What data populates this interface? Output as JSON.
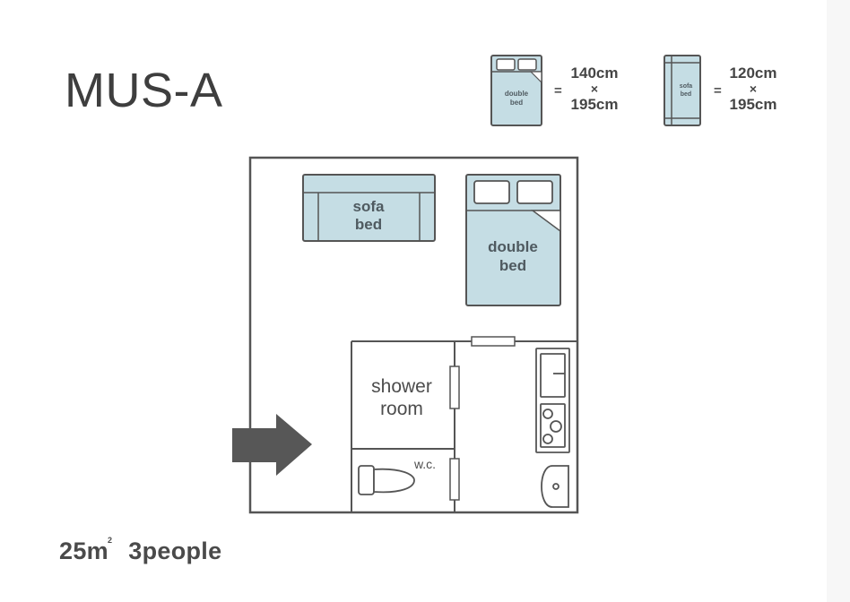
{
  "title": "MUS-A",
  "footer": {
    "area_value": "25m",
    "area_unit_sup": "2",
    "people": "3people"
  },
  "legend": {
    "double_bed": {
      "icon_label_1": "double",
      "icon_label_2": "bed",
      "equals": "=",
      "width": "140cm",
      "times": "×",
      "length": "195cm"
    },
    "sofa_bed": {
      "icon_label_1": "sofa",
      "icon_label_2": "bed",
      "equals": "=",
      "width": "120cm",
      "times": "×",
      "length": "195cm"
    }
  },
  "rooms": {
    "sofa_bed": {
      "line1": "sofa",
      "line2": "bed"
    },
    "double_bed": {
      "line1": "double",
      "line2": "bed"
    },
    "shower_room": {
      "line1": "shower",
      "line2": "room"
    },
    "wc": {
      "label": "w.c."
    }
  },
  "colors": {
    "furniture_fill": "#c5dde4",
    "wall": "#555555",
    "arrow": "#575757",
    "text": "#3e3e3e"
  }
}
